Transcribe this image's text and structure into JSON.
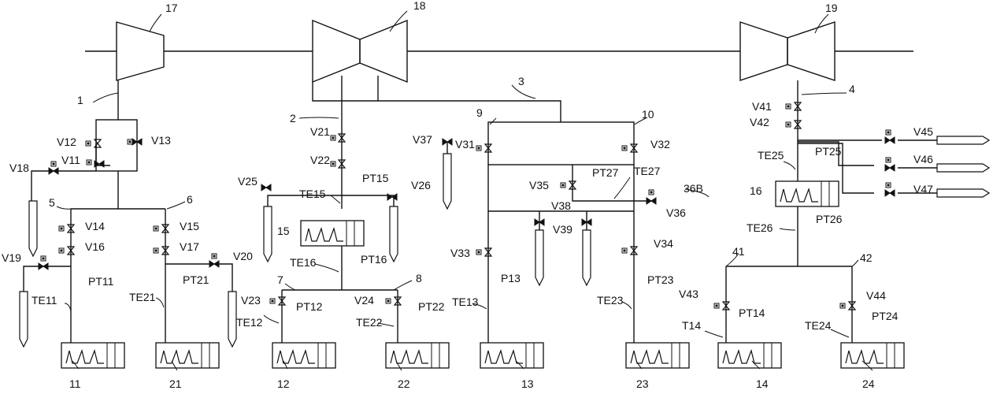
{
  "labels": {
    "n1": "1",
    "n2": "2",
    "n3": "3",
    "n4": "4",
    "n5": "5",
    "n6": "6",
    "n7": "7",
    "n8": "8",
    "n9": "9",
    "n10": "10",
    "n11": "11",
    "n12": "12",
    "n13": "13",
    "n14": "14",
    "n15": "15",
    "n16": "16",
    "n17": "17",
    "n18": "18",
    "n19": "19",
    "n21": "21",
    "n22": "22",
    "n23": "23",
    "n24": "24",
    "n36b": "36B",
    "n41": "41",
    "n42": "42",
    "v11": "V11",
    "v12": "V12",
    "v13": "V13",
    "v14": "V14",
    "v15": "V15",
    "v16": "V16",
    "v17": "V17",
    "v18": "V18",
    "v19": "V19",
    "v20": "V20",
    "v21": "V21",
    "v22": "V22",
    "v23": "V23",
    "v24": "V24",
    "v25": "V25",
    "v26": "V26",
    "v31": "V31",
    "v32": "V32",
    "v33": "V33",
    "v34": "V34",
    "v35": "V35",
    "v36": "V36",
    "v37": "V37",
    "v38": "V38",
    "v39": "V39",
    "v41": "V41",
    "v42": "V42",
    "v43": "V43",
    "v44": "V44",
    "v45": "V45",
    "v46": "V46",
    "v47": "V47",
    "pt11": "PT11",
    "pt12": "PT12",
    "pt13": "P13",
    "pt14": "PT14",
    "pt15": "PT15",
    "pt16": "PT16",
    "pt21": "PT21",
    "pt22": "PT22",
    "pt23": "PT23",
    "pt24": "PT24",
    "pt25": "PT25",
    "pt26": "PT26",
    "pt27": "PT27",
    "te11": "TE11",
    "te12": "TE12",
    "te13": "TE13",
    "te14": "T14",
    "te15": "TE15",
    "te16": "TE16",
    "te21": "TE21",
    "te22": "TE22",
    "te23": "TE23",
    "te24": "TE24",
    "te25": "TE25",
    "te26": "TE26",
    "te27": "TE27"
  }
}
